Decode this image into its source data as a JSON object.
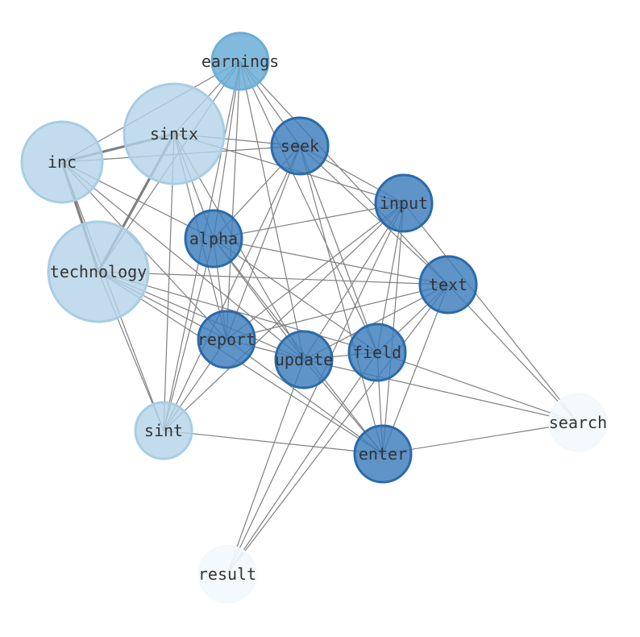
{
  "nodes": [
    {
      "id": "earnings",
      "label": "earnings",
      "color": "#6baed6",
      "border": "#6baed6",
      "opacity": 0.85
    },
    {
      "id": "sintx",
      "label": "sintx",
      "color": "#b3d3e8",
      "border": "#a8cde3",
      "opacity": 0.8
    },
    {
      "id": "inc",
      "label": "inc",
      "color": "#b3d3e8",
      "border": "#a8cde3",
      "opacity": 0.8
    },
    {
      "id": "seek",
      "label": "seek",
      "color": "#3a7dbc",
      "border": "#2c6aa8",
      "opacity": 0.82
    },
    {
      "id": "input",
      "label": "input",
      "color": "#3a7dbc",
      "border": "#2c6aa8",
      "opacity": 0.82
    },
    {
      "id": "alpha",
      "label": "alpha",
      "color": "#3a7dbc",
      "border": "#2c6aa8",
      "opacity": 0.82
    },
    {
      "id": "technology",
      "label": "technology",
      "color": "#b3d3e8",
      "border": "#a8cde3",
      "opacity": 0.8
    },
    {
      "id": "text",
      "label": "text",
      "color": "#3a7dbc",
      "border": "#2c6aa8",
      "opacity": 0.82
    },
    {
      "id": "report",
      "label": "report",
      "color": "#3a7dbc",
      "border": "#2c6aa8",
      "opacity": 0.82
    },
    {
      "id": "update",
      "label": "update",
      "color": "#3a7dbc",
      "border": "#2c6aa8",
      "opacity": 0.82
    },
    {
      "id": "field",
      "label": "field",
      "color": "#3a7dbc",
      "border": "#2c6aa8",
      "opacity": 0.82
    },
    {
      "id": "sint",
      "label": "sint",
      "color": "#b3d3e8",
      "border": "#a8cde3",
      "opacity": 0.8
    },
    {
      "id": "search",
      "label": "search",
      "color": "#f3f8fd",
      "border": "#f3f8fd",
      "opacity": 0.9
    },
    {
      "id": "enter",
      "label": "enter",
      "color": "#3a7dbc",
      "border": "#2c6aa8",
      "opacity": 0.82
    },
    {
      "id": "result",
      "label": "result",
      "color": "#f3f8fd",
      "border": "#f3f8fd",
      "opacity": 0.9
    }
  ],
  "edges": [
    [
      "earnings",
      "inc",
      1
    ],
    [
      "earnings",
      "sintx",
      1
    ],
    [
      "earnings",
      "seek",
      1
    ],
    [
      "earnings",
      "alpha",
      1
    ],
    [
      "earnings",
      "report",
      1
    ],
    [
      "earnings",
      "update",
      1
    ],
    [
      "earnings",
      "field",
      1
    ],
    [
      "earnings",
      "text",
      1
    ],
    [
      "earnings",
      "sint",
      1
    ],
    [
      "earnings",
      "technology",
      1
    ],
    [
      "sintx",
      "inc",
      3
    ],
    [
      "sintx",
      "technology",
      3
    ],
    [
      "sintx",
      "seek",
      1
    ],
    [
      "sintx",
      "input",
      1
    ],
    [
      "sintx",
      "alpha",
      1
    ],
    [
      "sintx",
      "report",
      1
    ],
    [
      "sintx",
      "update",
      1
    ],
    [
      "sintx",
      "sint",
      1
    ],
    [
      "inc",
      "seek",
      1
    ],
    [
      "inc",
      "technology",
      3
    ],
    [
      "inc",
      "alpha",
      1
    ],
    [
      "inc",
      "report",
      1
    ],
    [
      "inc",
      "update",
      1
    ],
    [
      "inc",
      "sint",
      1
    ],
    [
      "seek",
      "input",
      1
    ],
    [
      "seek",
      "alpha",
      1
    ],
    [
      "seek",
      "report",
      1
    ],
    [
      "seek",
      "field",
      1
    ],
    [
      "seek",
      "enter",
      1
    ],
    [
      "seek",
      "text",
      1
    ],
    [
      "seek",
      "sint",
      1
    ],
    [
      "input",
      "alpha",
      1
    ],
    [
      "input",
      "report",
      1
    ],
    [
      "input",
      "update",
      1
    ],
    [
      "input",
      "field",
      1
    ],
    [
      "input",
      "enter",
      1
    ],
    [
      "input",
      "search",
      1
    ],
    [
      "input",
      "result",
      1
    ],
    [
      "input",
      "sint",
      1
    ],
    [
      "alpha",
      "text",
      1
    ],
    [
      "alpha",
      "report",
      1
    ],
    [
      "alpha",
      "update",
      1
    ],
    [
      "alpha",
      "field",
      1
    ],
    [
      "alpha",
      "enter",
      1
    ],
    [
      "alpha",
      "sint",
      1
    ],
    [
      "technology",
      "report",
      1
    ],
    [
      "technology",
      "update",
      1
    ],
    [
      "technology",
      "field",
      1
    ],
    [
      "technology",
      "enter",
      1
    ],
    [
      "technology",
      "text",
      1
    ],
    [
      "technology",
      "sint",
      1
    ],
    [
      "text",
      "report",
      1
    ],
    [
      "text",
      "update",
      1
    ],
    [
      "text",
      "field",
      1
    ],
    [
      "text",
      "enter",
      1
    ],
    [
      "text",
      "search",
      1
    ],
    [
      "text",
      "result",
      1
    ],
    [
      "report",
      "update",
      1
    ],
    [
      "report",
      "enter",
      1
    ],
    [
      "report",
      "sint",
      1
    ],
    [
      "update",
      "field",
      1
    ],
    [
      "update",
      "enter",
      1
    ],
    [
      "update",
      "search",
      1
    ],
    [
      "update",
      "result",
      1
    ],
    [
      "field",
      "enter",
      1
    ],
    [
      "field",
      "search",
      1
    ],
    [
      "field",
      "result",
      1
    ],
    [
      "sint",
      "enter",
      1
    ],
    [
      "enter",
      "search",
      1
    ]
  ]
}
